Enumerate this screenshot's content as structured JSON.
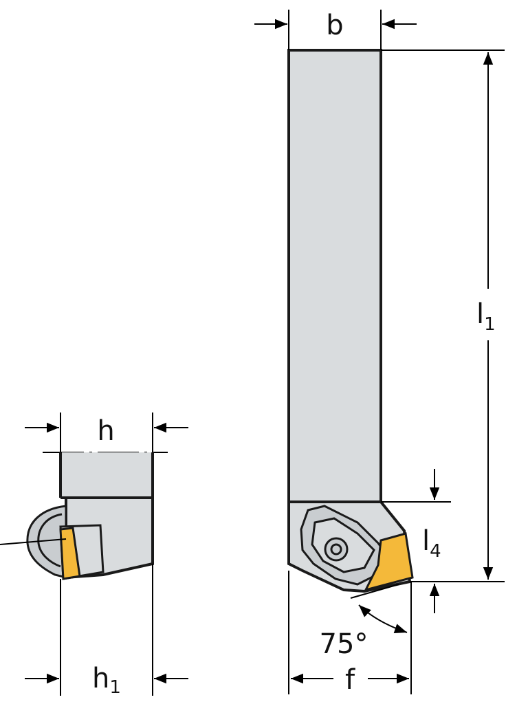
{
  "labels": {
    "b": "b",
    "h": "h",
    "h1_main": "h",
    "h1_sub": "1",
    "l1_main": "l",
    "l1_sub": "1",
    "l4_main": "l",
    "l4_sub": "4",
    "angle": "75°",
    "f": "f"
  },
  "colors": {
    "shank": "#d9dcde",
    "outline": "#1a1a1a",
    "insert": "#f4b93a",
    "insert_dark": "#c98a10",
    "line": "#000000"
  }
}
